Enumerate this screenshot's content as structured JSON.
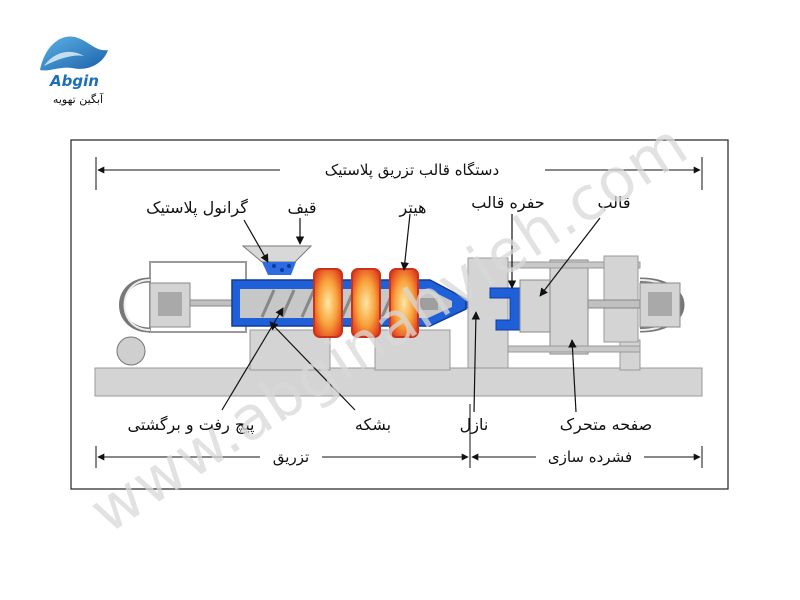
{
  "logo": {
    "brand": "Abgin",
    "subtitle": "آبگین تهویه"
  },
  "watermark": "www.abginahvieh.com",
  "diagram": {
    "title": "دستگاه قالب تزریق پلاستیک",
    "labels": {
      "granule": "گرانول پلاستیک",
      "hopper": "قیف",
      "heater": "هیتر",
      "mold_cavity": "حفره قالب",
      "mold": "قالب",
      "screw": "پیچ رفت و برگشتی",
      "barrel": "بشکه",
      "nozzle": "نازل",
      "moving_platen": "صفحه متحرک"
    },
    "sections": {
      "injection": "تزریق",
      "clamping": "فشرده سازی"
    }
  },
  "colors": {
    "barrel_blue": "#1f5fd8",
    "heater_orange": "#f07a1c",
    "machine_gray": "#d3d3d3",
    "logo_blue": "#1f6fb8"
  }
}
